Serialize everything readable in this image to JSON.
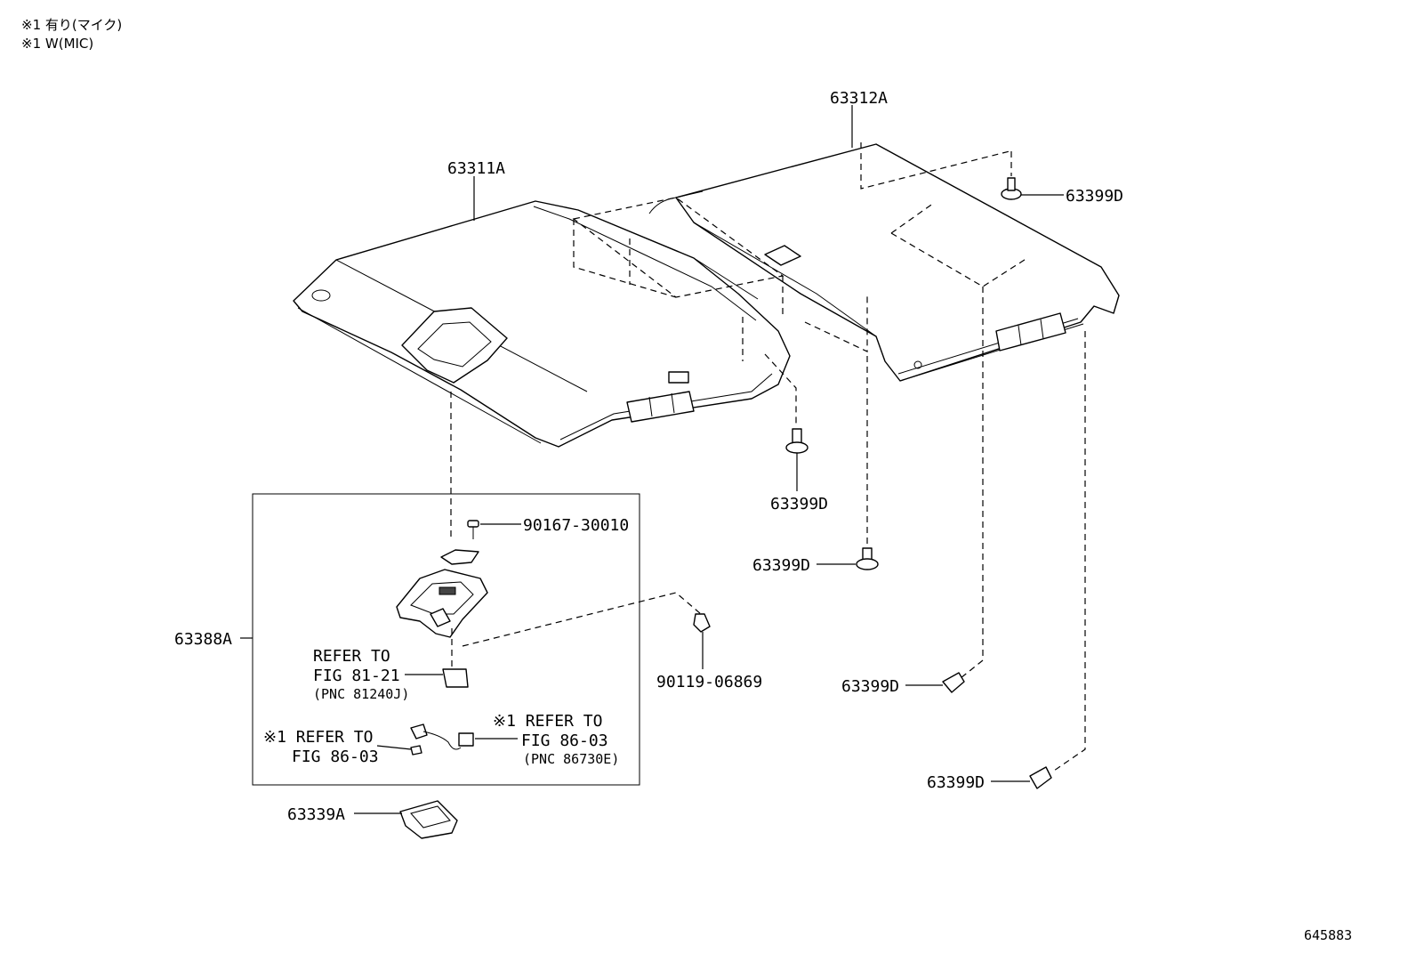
{
  "notes": [
    "※1 有り(マイク)",
    "※1 W(MIC)"
  ],
  "labels": {
    "headlining_front": "63311A",
    "headlining_rear": "63312A",
    "clip_a": "63399D",
    "clip_b": "63399D",
    "clip_c": "63399D",
    "clip_d": "63399D",
    "clip_e": "63399D",
    "screw": "90167-30010",
    "clip_mid": "90119-06869",
    "assembly": "63388A",
    "bracket": "63339A"
  },
  "refs": {
    "lamp": [
      "REFER TO",
      "FIG 81-21",
      "(PNC 81240J)"
    ],
    "mic_left": [
      "※1 REFER TO",
      "FIG 86-03"
    ],
    "mic_right": [
      "※1 REFER TO",
      "FIG 86-03",
      "(PNC 86730E)"
    ]
  },
  "figure_id": "645883"
}
